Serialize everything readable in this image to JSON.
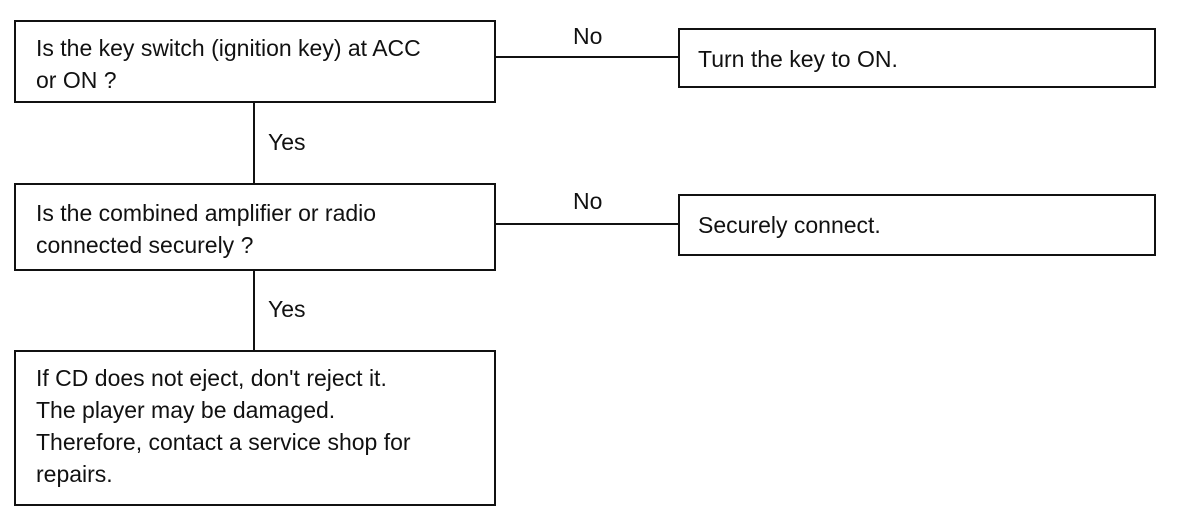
{
  "flowchart": {
    "question_1": {
      "lines": [
        "Is the key switch (ignition key) at ACC",
        "or ON ?"
      ]
    },
    "question_2": {
      "lines": [
        "Is the combined amplifier or radio",
        "connected securely ?"
      ]
    },
    "action_1": "Turn the key to ON.",
    "action_2": "Securely connect.",
    "final_note": {
      "lines": [
        "If CD does not eject, don't reject it.",
        "The player may be damaged.",
        "Therefore, contact a service shop for",
        "repairs."
      ]
    },
    "labels": {
      "no_1": "No",
      "no_2": "No",
      "yes_1": "Yes",
      "yes_2": "Yes"
    }
  }
}
